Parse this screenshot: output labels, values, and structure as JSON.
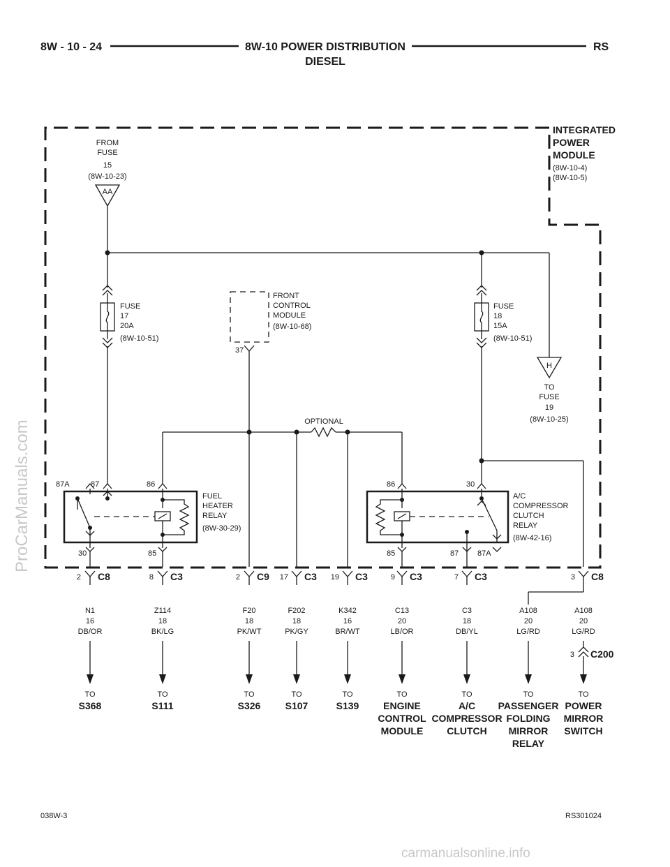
{
  "header": {
    "left": "8W - 10 - 24",
    "title_line1": "8W-10 POWER DISTRIBUTION",
    "title_line2": "DIESEL",
    "right": "RS"
  },
  "footer": {
    "left": "038W-3",
    "right": "RS301024"
  },
  "watermarks": {
    "left": "ProCarManuals.com",
    "bottom": "carmanualsonline.info"
  },
  "ipm": {
    "l1": "INTEGRATED",
    "l2": "POWER",
    "l3": "MODULE",
    "ref1": "(8W-10-4)",
    "ref2": "(8W-10-5)"
  },
  "from_fuse": {
    "l1": "FROM",
    "l2": "FUSE",
    "num": "15",
    "ref": "(8W-10-23)",
    "tag": "AA"
  },
  "fuse17": {
    "l1": "FUSE",
    "l2": "17",
    "l3": "20A",
    "ref": "(8W-10-51)"
  },
  "fuse18": {
    "l1": "FUSE",
    "l2": "18",
    "l3": "15A",
    "ref": "(8W-10-51)"
  },
  "fcm": {
    "l1": "FRONT",
    "l2": "CONTROL",
    "l3": "MODULE",
    "ref": "(8W-10-68)",
    "pin": "37"
  },
  "to_fuse19": {
    "tag": "H",
    "l1": "TO",
    "l2": "FUSE",
    "num": "19",
    "ref": "(8W-10-25)"
  },
  "optional": "OPTIONAL",
  "fuel_relay": {
    "l1": "FUEL",
    "l2": "HEATER",
    "l3": "RELAY",
    "ref": "(8W-30-29)",
    "p87a": "87A",
    "p87": "87",
    "p86": "86",
    "p30": "30",
    "p85": "85"
  },
  "ac_relay": {
    "l1": "A/C",
    "l2": "COMPRESSOR",
    "l3": "CLUTCH",
    "l4": "RELAY",
    "ref": "(8W-42-16)",
    "p86": "86",
    "p30": "30",
    "p85": "85",
    "p87": "87",
    "p87a": "87A"
  },
  "connectors": [
    {
      "pin": "2",
      "name": "C8"
    },
    {
      "pin": "8",
      "name": "C3"
    },
    {
      "pin": "2",
      "name": "C9"
    },
    {
      "pin": "17",
      "name": "C3"
    },
    {
      "pin": "19",
      "name": "C3"
    },
    {
      "pin": "9",
      "name": "C3"
    },
    {
      "pin": "7",
      "name": "C3"
    },
    {
      "pin": "3",
      "name": "C8"
    }
  ],
  "c200": {
    "pin": "3",
    "name": "C200"
  },
  "wires": [
    {
      "id": "N1",
      "gauge": "16",
      "color": "DB/OR"
    },
    {
      "id": "Z114",
      "gauge": "18",
      "color": "BK/LG"
    },
    {
      "id": "F20",
      "gauge": "18",
      "color": "PK/WT"
    },
    {
      "id": "F202",
      "gauge": "18",
      "color": "PK/GY"
    },
    {
      "id": "K342",
      "gauge": "16",
      "color": "BR/WT"
    },
    {
      "id": "C13",
      "gauge": "20",
      "color": "LB/OR"
    },
    {
      "id": "C3",
      "gauge": "18",
      "color": "DB/YL"
    },
    {
      "id": "A108",
      "gauge": "20",
      "color": "LG/RD"
    },
    {
      "id": "A108",
      "gauge": "20",
      "color": "LG/RD"
    }
  ],
  "destinations": [
    {
      "to": "TO",
      "lines": [
        "S368"
      ]
    },
    {
      "to": "TO",
      "lines": [
        "S111"
      ]
    },
    {
      "to": "TO",
      "lines": [
        "S326"
      ]
    },
    {
      "to": "TO",
      "lines": [
        "S107"
      ]
    },
    {
      "to": "TO",
      "lines": [
        "S139"
      ]
    },
    {
      "to": "TO",
      "lines": [
        "ENGINE",
        "CONTROL",
        "MODULE"
      ]
    },
    {
      "to": "TO",
      "lines": [
        "A/C",
        "COMPRESSOR",
        "CLUTCH"
      ]
    },
    {
      "to": "TO",
      "lines": [
        "PASSENGER",
        "FOLDING",
        "MIRROR",
        "RELAY"
      ]
    },
    {
      "to": "TO",
      "lines": [
        "POWER",
        "MIRROR",
        "SWITCH"
      ]
    }
  ]
}
